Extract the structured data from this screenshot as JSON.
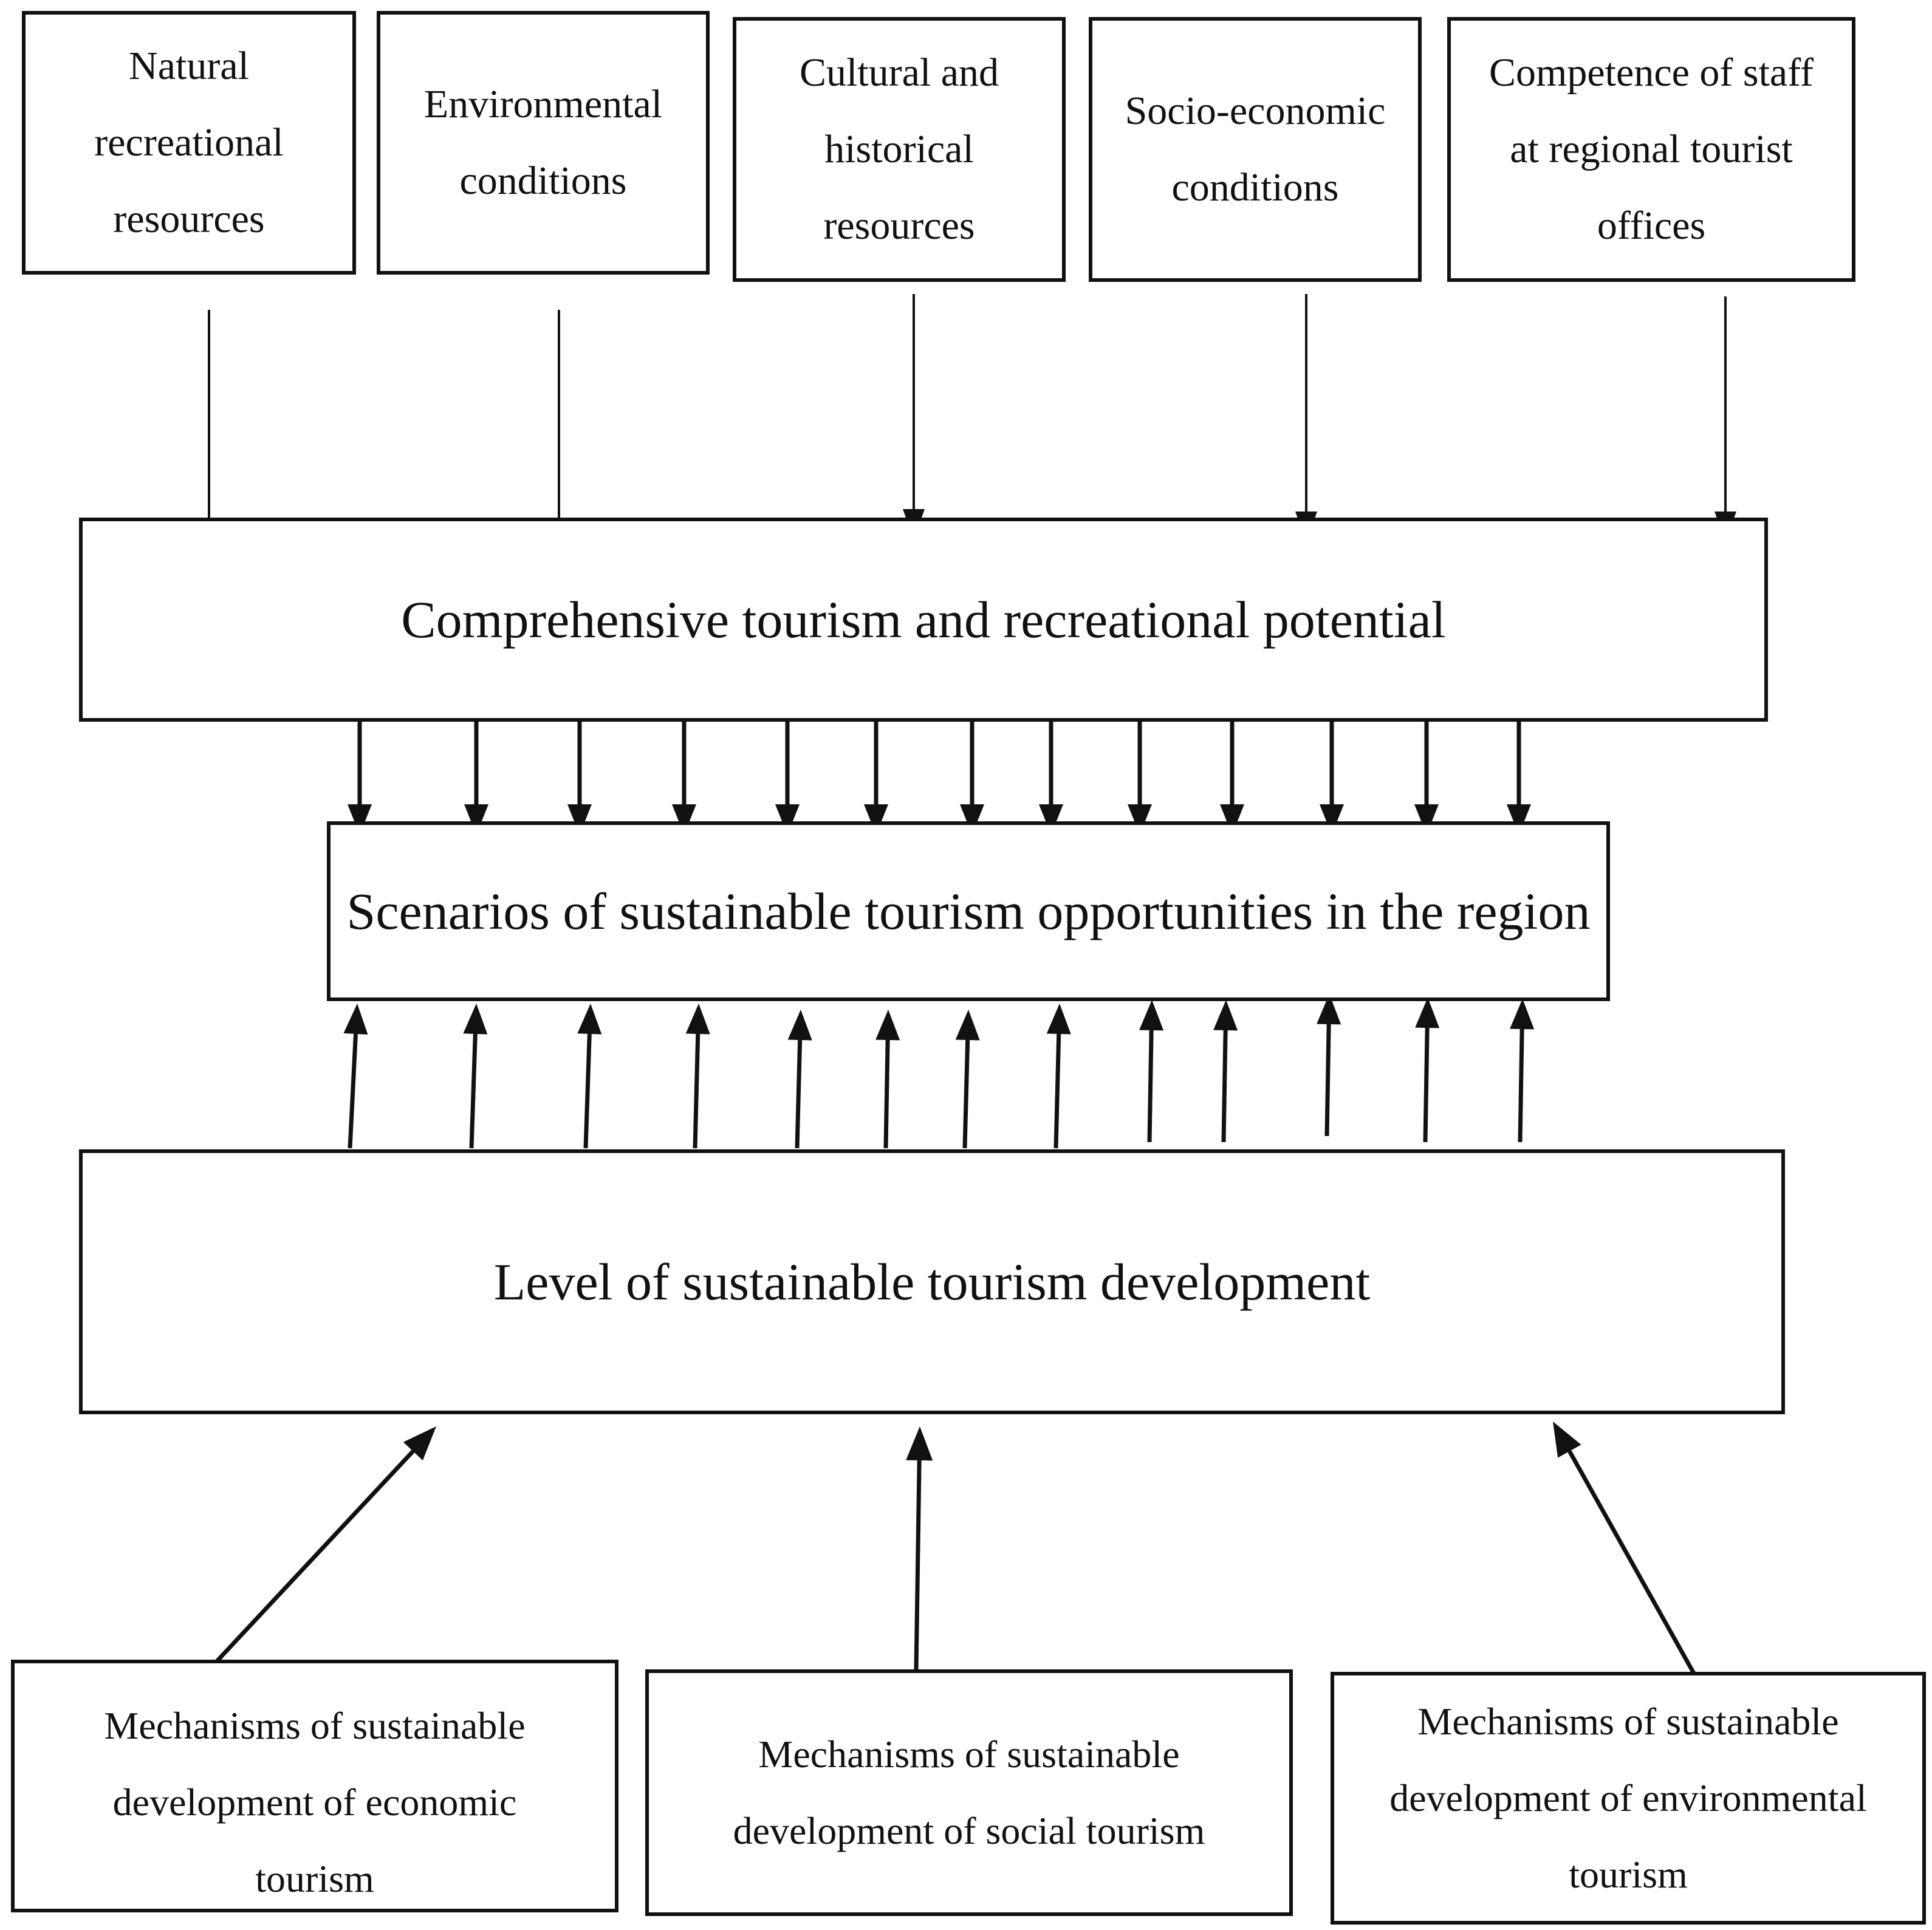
{
  "diagram": {
    "factors": [
      {
        "text": "Natural recreational resources"
      },
      {
        "text": "Environmental conditions"
      },
      {
        "text": "Cultural and historical resources"
      },
      {
        "text": "Socio-economic conditions"
      },
      {
        "text": "Competence of staff at regional tourist offices"
      }
    ],
    "potential": "Comprehensive tourism and recreational potential",
    "scenarios": "Scenarios of sustainable tourism opportunities in the region",
    "level": "Level of sustainable tourism development",
    "mechanisms": [
      {
        "text": "Mechanisms of sustainable development of economic tourism"
      },
      {
        "text": "Mechanisms of sustainable development of social tourism"
      },
      {
        "text": "Mechanisms of sustainable development of environmental tourism"
      }
    ]
  }
}
